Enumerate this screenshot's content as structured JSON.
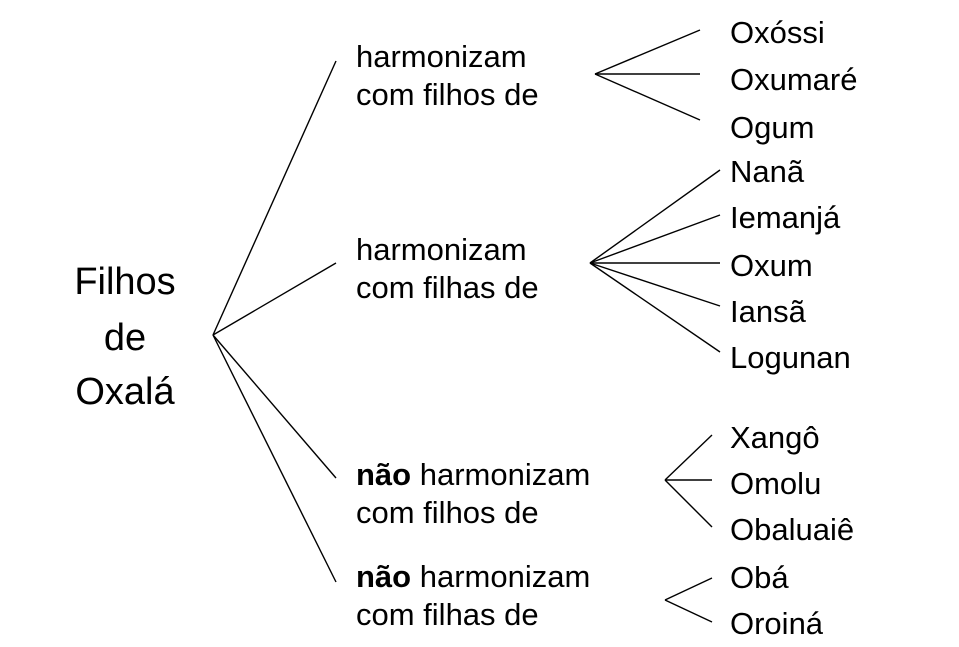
{
  "root": {
    "lines": [
      "Filhos",
      "de",
      "Oxalá"
    ]
  },
  "branches": [
    {
      "negation": "",
      "line1": "harmonizam",
      "line2": "com filhos de",
      "orixas": [
        "Oxóssi",
        "Oxumaré",
        "Ogum"
      ]
    },
    {
      "negation": "",
      "line1": "harmonizam",
      "line2": "com filhas de",
      "orixas": [
        "Nanã",
        "Iemanjá",
        "Oxum",
        "Iansã",
        "Logunan"
      ]
    },
    {
      "negation": "não",
      "line1": " harmonizam",
      "line2": "com filhos de",
      "orixas": [
        "Xangô",
        "Omolu",
        "Obaluaiê"
      ]
    },
    {
      "negation": "não",
      "line1": " harmonizam",
      "line2": "com filhas de",
      "orixas": [
        "Obá",
        "Oroiná"
      ]
    }
  ]
}
